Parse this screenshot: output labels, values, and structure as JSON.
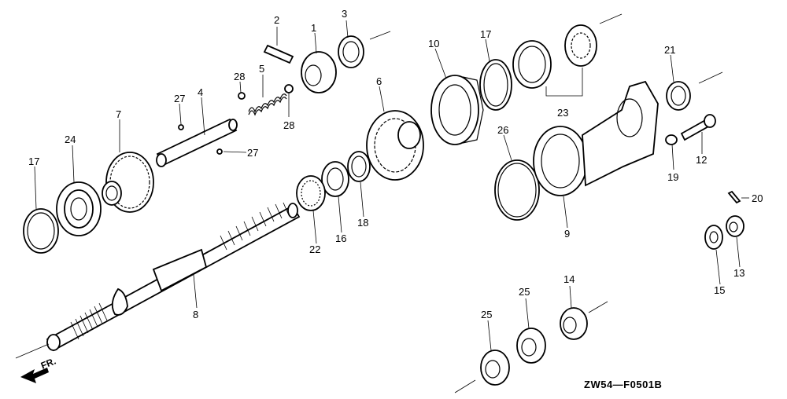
{
  "diagram": {
    "figure_code": "ZW54—F0501B",
    "direction_label": "FR.",
    "callouts": [
      {
        "id": "c2",
        "text": "2"
      },
      {
        "id": "c1",
        "text": "1"
      },
      {
        "id": "c3",
        "text": "3"
      },
      {
        "id": "c10",
        "text": "10"
      },
      {
        "id": "c17a",
        "text": "17"
      },
      {
        "id": "c5",
        "text": "5"
      },
      {
        "id": "c28a",
        "text": "28"
      },
      {
        "id": "c27a",
        "text": "27"
      },
      {
        "id": "c4",
        "text": "4"
      },
      {
        "id": "c28b",
        "text": "28"
      },
      {
        "id": "c6",
        "text": "6"
      },
      {
        "id": "c7",
        "text": "7"
      },
      {
        "id": "c24",
        "text": "24"
      },
      {
        "id": "c27b",
        "text": "27"
      },
      {
        "id": "c17b",
        "text": "17"
      },
      {
        "id": "c23",
        "text": "23"
      },
      {
        "id": "c21",
        "text": "21"
      },
      {
        "id": "c26",
        "text": "26"
      },
      {
        "id": "c12",
        "text": "12"
      },
      {
        "id": "c19",
        "text": "19"
      },
      {
        "id": "c20",
        "text": "20"
      },
      {
        "id": "c22",
        "text": "22"
      },
      {
        "id": "c16",
        "text": "16"
      },
      {
        "id": "c18",
        "text": "18"
      },
      {
        "id": "c9",
        "text": "9"
      },
      {
        "id": "c13",
        "text": "13"
      },
      {
        "id": "c15",
        "text": "15"
      },
      {
        "id": "c14",
        "text": "14"
      },
      {
        "id": "c25a",
        "text": "25"
      },
      {
        "id": "c25b",
        "text": "25"
      },
      {
        "id": "c8",
        "text": "8"
      }
    ]
  }
}
